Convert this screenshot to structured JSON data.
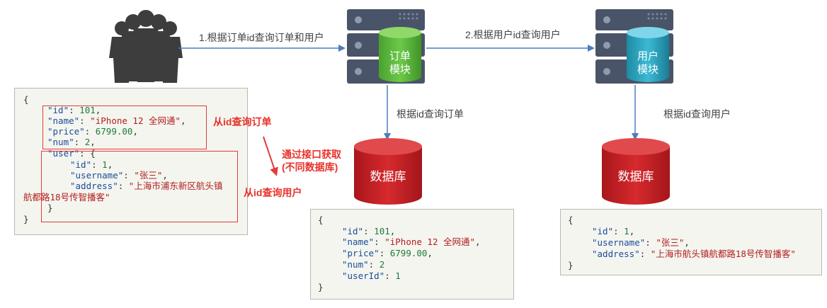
{
  "edges": {
    "user_to_order": "1.根据订单id查询订单和用户",
    "order_to_user": "2.根据用户id查询用户",
    "order_to_db": "根据id查询订单",
    "user_to_db": "根据id查询用户"
  },
  "modules": {
    "order": {
      "line1": "订单",
      "line2": "模块"
    },
    "user": {
      "line1": "用户",
      "line2": "模块"
    }
  },
  "databases": {
    "order_db": "数据库",
    "user_db": "数据库"
  },
  "annotations": {
    "from_order": "从id查询订单",
    "from_user": "从id查询用户",
    "via_api_line1": "通过接口获取",
    "via_api_line2": "(不同数据库)"
  },
  "combined_json": {
    "open": "{",
    "id_key": "\"id\"",
    "id_val": "101",
    "name_key": "\"name\"",
    "name_val": "\"iPhone 12 全网通\"",
    "price_key": "\"price\"",
    "price_val": "6799.00",
    "num_key": "\"num\"",
    "num_val": "2",
    "user_key": "\"user\"",
    "uid_key": "\"id\"",
    "uid_val": "1",
    "uname_key": "\"username\"",
    "uname_val": "\"张三\"",
    "addr_key": "\"address\"",
    "addr_val_a": "\"上海市浦东新区航头镇",
    "addr_val_b": "航都路18号传智播客\"",
    "inner_close": "}",
    "close": "}"
  },
  "order_json": {
    "open": "{",
    "id_key": "\"id\"",
    "id_val": "101",
    "name_key": "\"name\"",
    "name_val": "\"iPhone 12 全网通\"",
    "price_key": "\"price\"",
    "price_val": "6799.00",
    "num_key": "\"num\"",
    "num_val": "2",
    "userid_key": "\"userId\"",
    "userid_val": "1",
    "close": "}"
  },
  "user_json": {
    "open": "{",
    "id_key": "\"id\"",
    "id_val": "1",
    "uname_key": "\"username\"",
    "uname_val": "\"张三\"",
    "addr_key": "\"address\"",
    "addr_val": "\"上海市航头镇航都路18号传智播客\"",
    "close": "}"
  },
  "icons": [
    "users-group-icon",
    "server-icon",
    "database-icon"
  ],
  "colors": {
    "server_dark": "#4a5468",
    "module_green": "#57b63b",
    "module_teal": "#2a9fb8",
    "database_red": "#c41f24",
    "arrow_blue": "#4a7ec0",
    "highlight_red": "#e23b3b"
  }
}
